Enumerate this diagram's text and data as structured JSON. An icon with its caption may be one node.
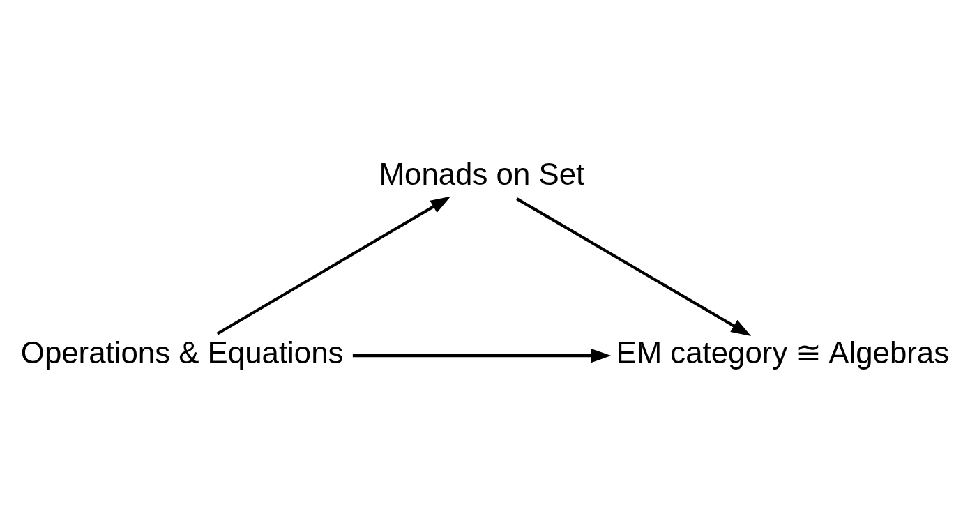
{
  "diagram": {
    "nodes": [
      {
        "text": [
          "Monads on Set"
        ]
      },
      {
        "text": [
          "Operations & Equations"
        ]
      },
      {
        "text": [
          "EM category ≅ Algebras"
        ]
      }
    ],
    "edges": [
      {
        "from": 1,
        "to": 0,
        "arrow": "to"
      },
      {
        "from": 0,
        "to": 2,
        "arrow": "to"
      },
      {
        "from": 1,
        "to": 2,
        "arrow": "to"
      }
    ]
  }
}
